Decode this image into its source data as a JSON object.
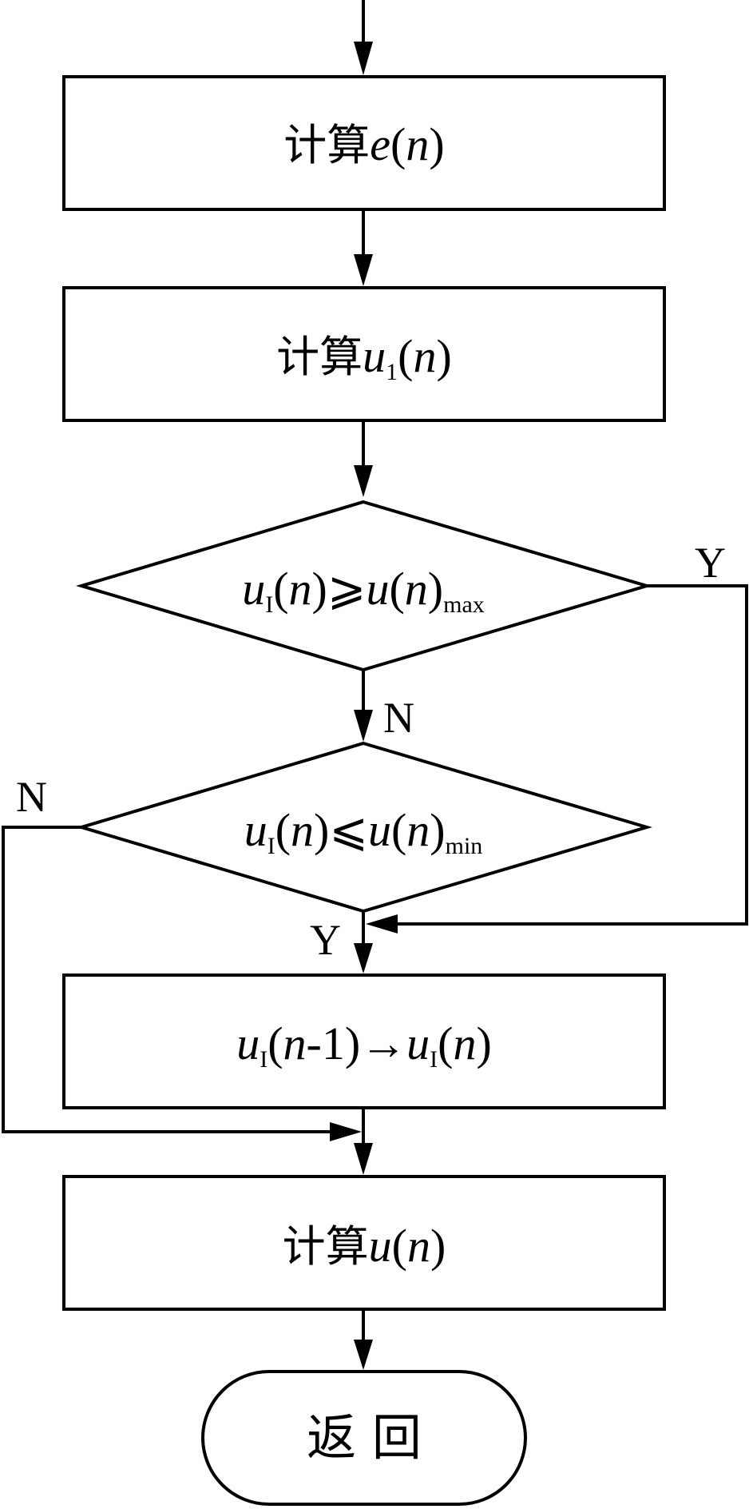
{
  "flowchart": {
    "steps": {
      "calc_e": {
        "prefix": "计算",
        "var": "e",
        "open": "(",
        "arg": "n",
        "close": ")"
      },
      "calc_u1": {
        "prefix": "计算",
        "var": "u",
        "sub": "1",
        "open": "(",
        "arg": "n",
        "close": ")"
      },
      "calc_u": {
        "prefix": "计算",
        "var": "u",
        "open": "(",
        "arg": "n",
        "close": ")"
      }
    },
    "decisions": {
      "max_check": {
        "var": "u",
        "sub": "I",
        "open": "(",
        "arg": "n",
        "close": ")",
        "op": "⩾",
        "var2": "u",
        "open2": "(",
        "arg2": "n",
        "close2": ")",
        "sub2": "max"
      },
      "min_check": {
        "var": "u",
        "sub": "I",
        "open": "(",
        "arg": "n",
        "close": ")",
        "op": "⩽",
        "var2": "u",
        "open2": "(",
        "arg2": "n",
        "close2": ")",
        "sub2": "min"
      }
    },
    "assign": {
      "var": "u",
      "sub": "I",
      "open": "(",
      "arg": "n",
      "rest": "-1)",
      "arrow": "→",
      "var2": "u",
      "sub2": "I",
      "open2": "(",
      "arg2": "n",
      "close2": ")"
    },
    "branch_labels": {
      "max_yes": "Y",
      "max_no": "N",
      "min_no": "N",
      "min_yes": "Y"
    },
    "terminal": {
      "label": "返 回"
    }
  }
}
